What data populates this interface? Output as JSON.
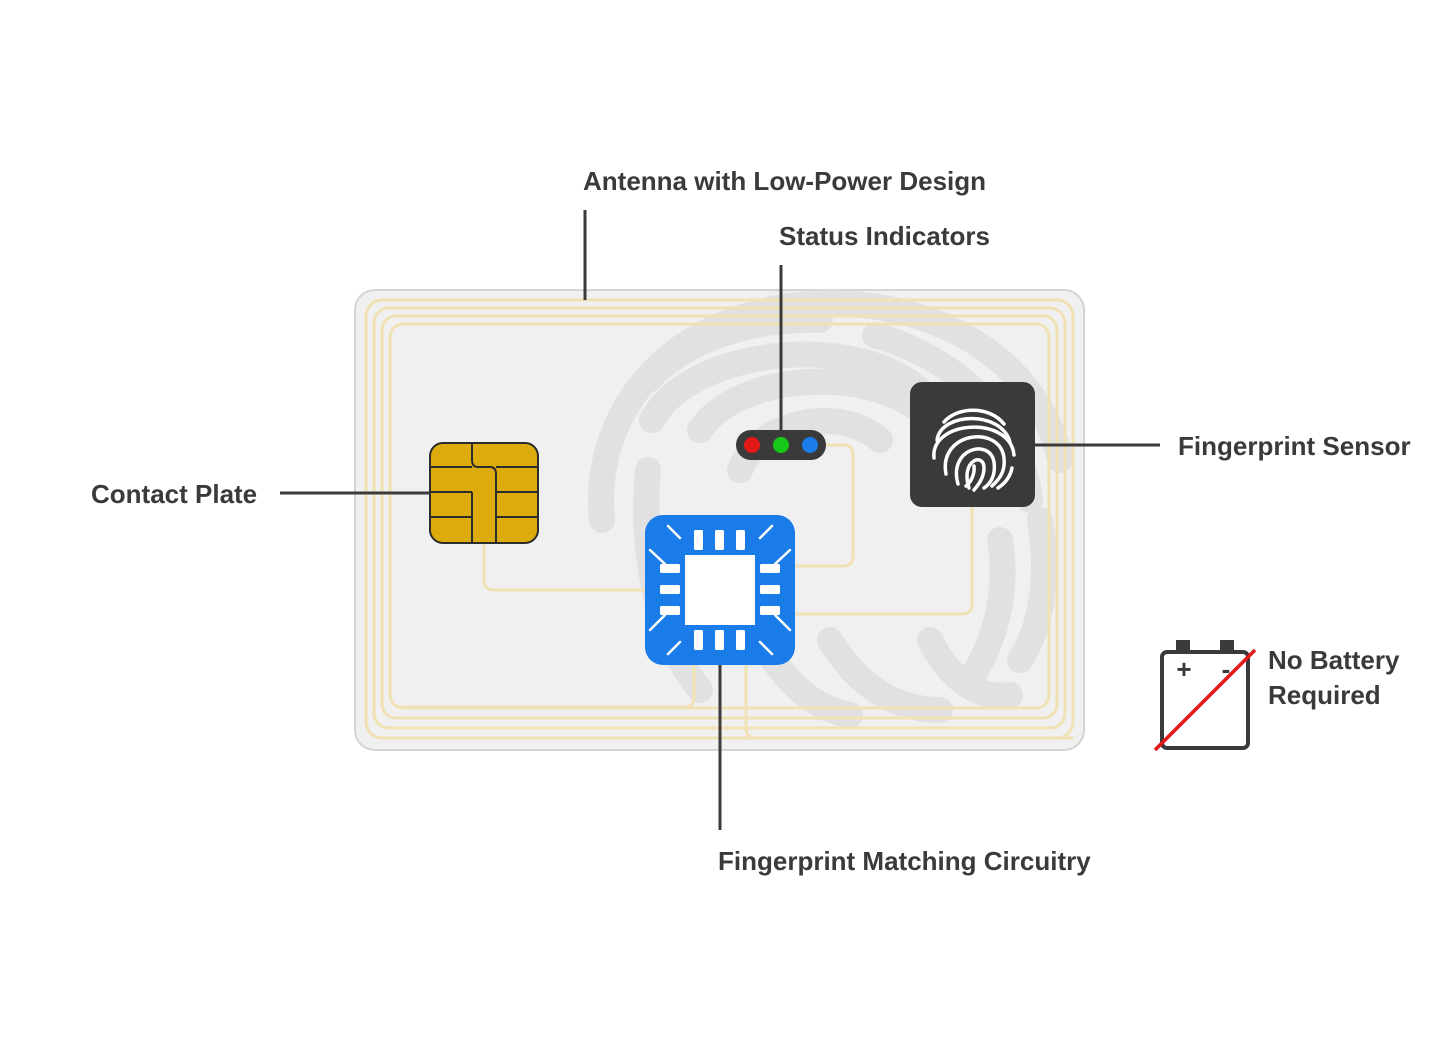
{
  "labels": {
    "antenna": "Antenna with Low-Power Design",
    "status_indicators": "Status Indicators",
    "fingerprint_sensor": "Fingerprint Sensor",
    "contact_plate": "Contact Plate",
    "no_battery": "No Battery\nRequired",
    "matching_circuitry": "Fingerprint Matching Circuitry"
  },
  "battery_terminals": {
    "positive": "+",
    "negative": "-"
  },
  "icons": {
    "watermark": "fingerprint-watermark-icon",
    "sensor": "fingerprint-icon",
    "chip": "microchip-icon",
    "contact_plate": "emv-chip-icon",
    "battery": "battery-crossed-icon"
  },
  "colors": {
    "card_fill": "#f0f0f0",
    "card_stroke": "#d4d4d4",
    "antenna": "#f0e2b4",
    "leader_line": "#3a3a3a",
    "text": "#3a3a3a",
    "contact_plate_fill": "#dcac0c",
    "contact_plate_stroke": "#2c2c2c",
    "chip_fill": "#1a7ce8",
    "sensor_fill": "#3a3a3a",
    "led_red": "#e01818",
    "led_green": "#18c818",
    "led_blue": "#1a7ce8",
    "battery_stroke": "#3a3a3a",
    "battery_slash": "#e01818"
  }
}
